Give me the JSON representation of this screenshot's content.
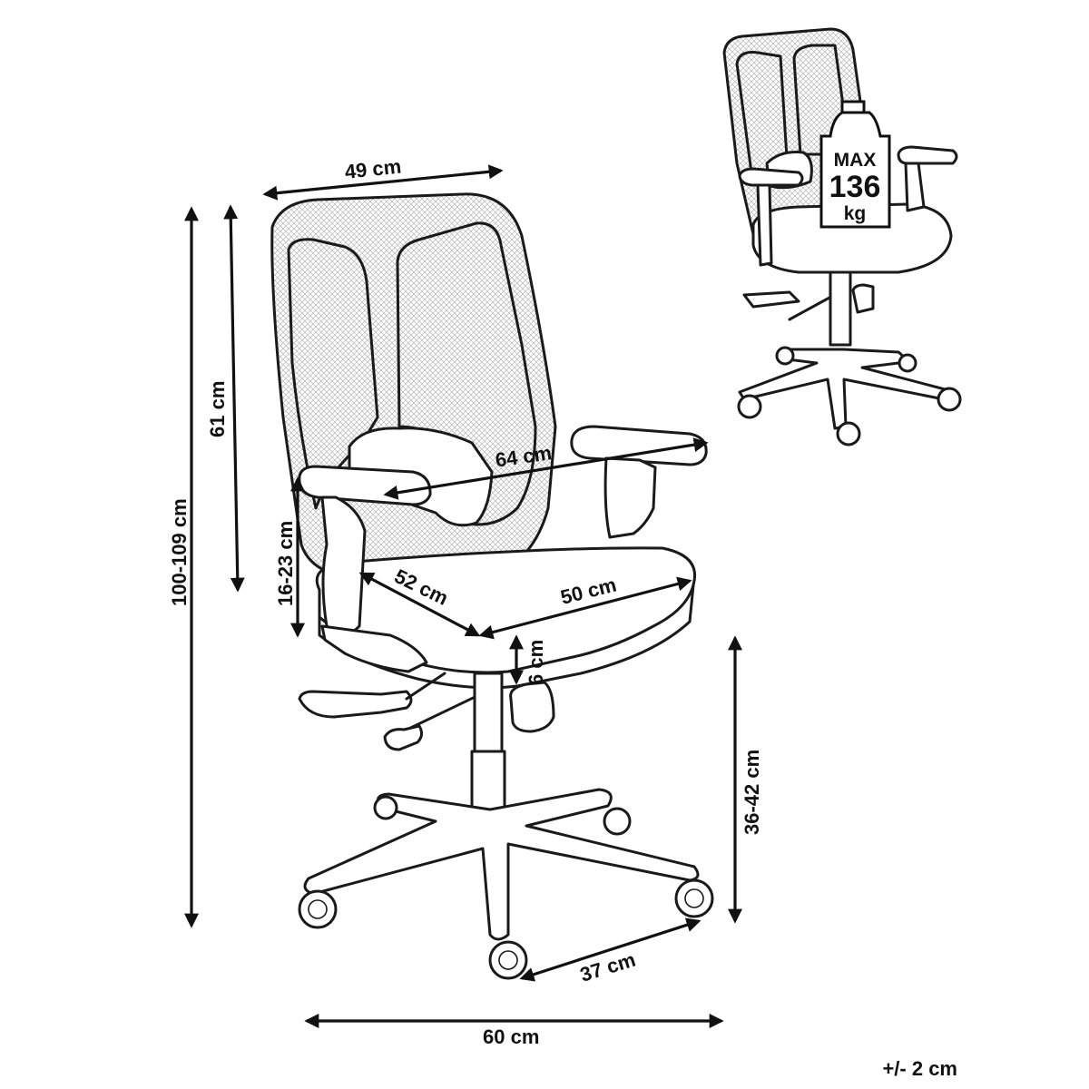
{
  "dimensions": {
    "top_width": "49 cm",
    "backrest_height": "61 cm",
    "total_height": "100-109 cm",
    "armrest_width": "64 cm",
    "armrest_height": "16-23 cm",
    "seat_depth": "52 cm",
    "seat_width": "50 cm",
    "seat_thickness": "6 cm",
    "seat_height": "36-42 cm",
    "base_leg": "37 cm",
    "base_width": "60 cm"
  },
  "max_load": {
    "line1": "MAX",
    "line2": "136",
    "line3": "kg"
  },
  "tolerance": "+/- 2 cm"
}
